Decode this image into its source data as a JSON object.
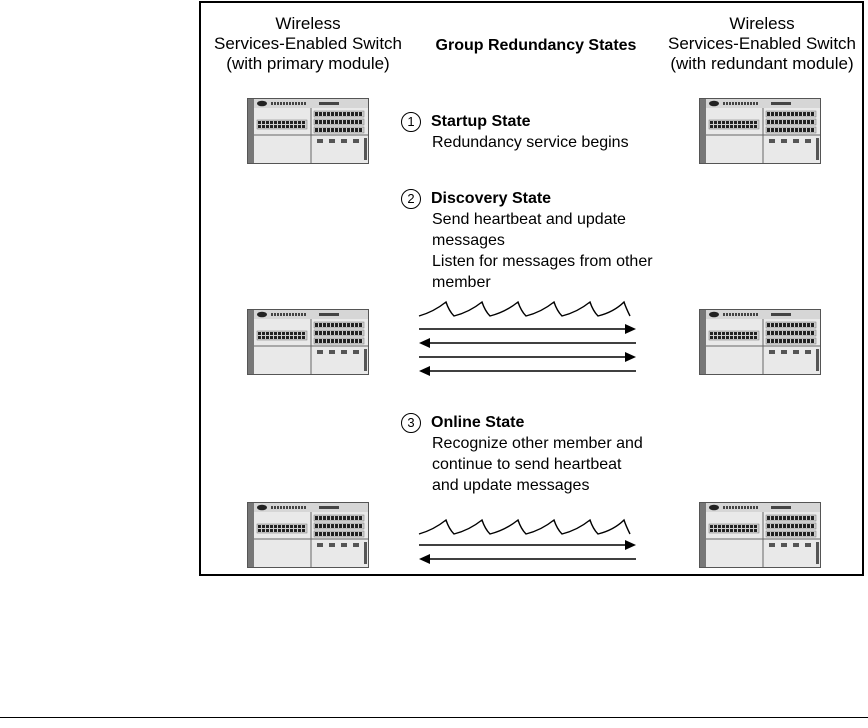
{
  "headers": {
    "left": [
      "Wireless",
      "Services-Enabled Switch",
      "(with primary module)"
    ],
    "center": "Group Redundancy States",
    "right": [
      "Wireless",
      "Services-Enabled Switch",
      "(with redundant module)"
    ]
  },
  "states": [
    {
      "number": "1",
      "title": "Startup State",
      "lines": [
        "Redundancy service begins"
      ]
    },
    {
      "number": "2",
      "title": "Discovery State",
      "lines": [
        "Send heartbeat and update",
        "messages",
        "Listen for messages from other",
        "member"
      ]
    },
    {
      "number": "3",
      "title": "Online State",
      "lines": [
        "Recognize other member and",
        "continue to send heartbeat",
        "and update messages"
      ]
    }
  ],
  "icons": {
    "switch": "network-switch-icon",
    "heartbeat": "heartbeat-wave-icon",
    "arrow_right": "arrow-right-icon",
    "arrow_left": "arrow-left-icon"
  }
}
